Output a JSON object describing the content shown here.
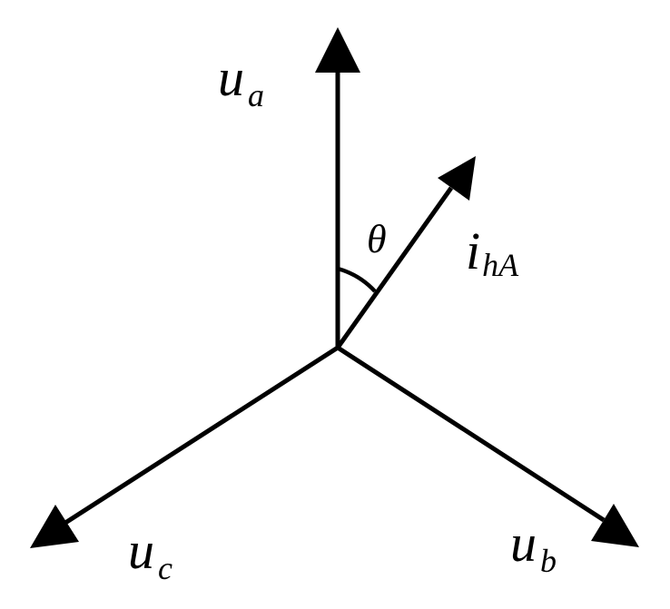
{
  "diagram": {
    "labels": {
      "ua": {
        "main": "u",
        "sub": "a"
      },
      "ub": {
        "main": "u",
        "sub": "b"
      },
      "uc": {
        "main": "u",
        "sub": "c"
      },
      "ihA": {
        "main": "i",
        "sub": "hA"
      },
      "angle": "θ"
    }
  }
}
